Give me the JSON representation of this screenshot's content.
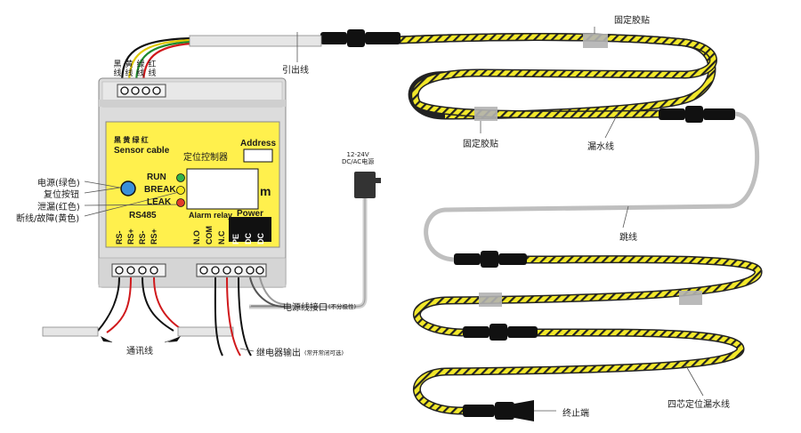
{
  "labels": {
    "fixing_tape_top": "固定胶贴",
    "lead_wire": "引出线",
    "fixing_tape_mid": "固定胶贴",
    "leak_cable": "漏水线",
    "jumper": "跳线",
    "power_adapter": "12-24V\nDC/AC电源",
    "power_port": "电源线接口",
    "power_port_note": "(不分极性)",
    "comm_line": "通讯线",
    "relay_output": "继电器输出",
    "relay_output_note": "(常开常闭可选)",
    "end_terminal": "终止端",
    "four_core": "四芯定位漏水线"
  },
  "wire_colors_vertical": [
    {
      "chars": "黑线",
      "color": "#111111"
    },
    {
      "chars": "黄线",
      "color": "#e0c800"
    },
    {
      "chars": "绿线",
      "color": "#1f8a2e"
    },
    {
      "chars": "红线",
      "color": "#d0191c"
    }
  ],
  "left_legend": {
    "power": "电源(绿色)",
    "reset": "复位按钮",
    "leak": "泄漏(红色)",
    "fault": "断线/故障(黄色)"
  },
  "panel": {
    "top_chars": "黑 黄 绿 红",
    "sensor_cable": "Sensor cable",
    "locator": "定位控制器",
    "address": "Address",
    "run": "RUN",
    "break": "BREAK",
    "leak": "LEAK",
    "unit": "m",
    "rs485": "RS485",
    "alarm_relay": "Alarm relay",
    "power": "Power",
    "terminals": [
      "RS-",
      "RS+",
      "RS-",
      "RS+",
      "N.O",
      "COM",
      "N.C",
      "PE",
      "DC",
      "DC"
    ]
  },
  "colors": {
    "panel_yellow": "#fff04d",
    "cable_yellow": "#f2e82a",
    "led_run": "#2fb24a",
    "led_break": "#f5e51c",
    "led_leak": "#e23b2a",
    "reset_button": "#3a8fd9",
    "housing_grey": "#dcdcdc"
  }
}
